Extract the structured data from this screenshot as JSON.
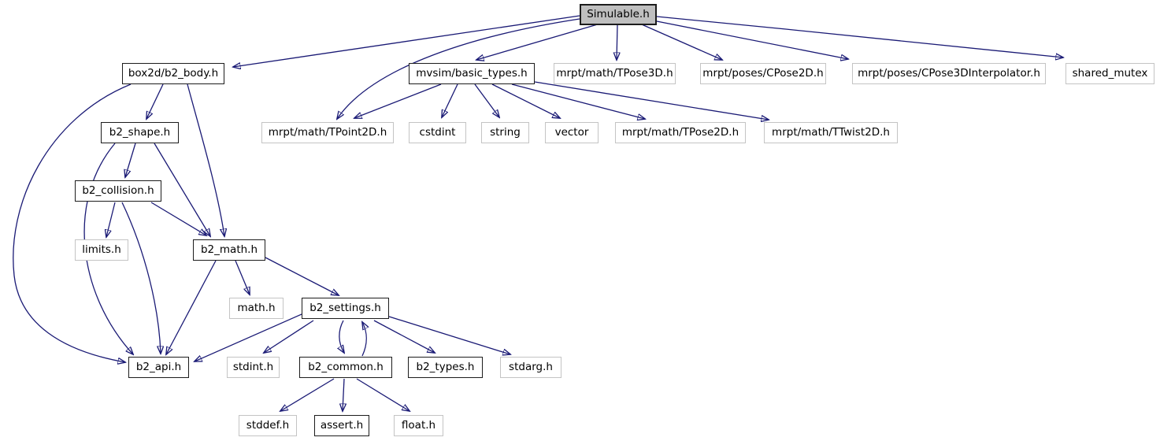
{
  "diagram": {
    "kind": "include-dependency-graph",
    "root": "Simulable.h",
    "colors": {
      "edge": "#1a1a75",
      "internal_node_border": "#1c1c1c",
      "external_node_border": "#c4c4c4",
      "root_fill": "#bfbfbf",
      "node_fill": "#ffffff",
      "background": "#ffffff"
    },
    "nodes": [
      {
        "id": "simulable",
        "label": "Simulable.h",
        "kind": "root"
      },
      {
        "id": "b2-body",
        "label": "box2d/b2_body.h",
        "kind": "internal"
      },
      {
        "id": "basic-types",
        "label": "mvsim/basic_types.h",
        "kind": "internal"
      },
      {
        "id": "tpose3d",
        "label": "mrpt/math/TPose3D.h",
        "kind": "external"
      },
      {
        "id": "cpose2d",
        "label": "mrpt/poses/CPose2D.h",
        "kind": "external"
      },
      {
        "id": "cpose3dinterp",
        "label": "mrpt/poses/CPose3DInterpolator.h",
        "kind": "external"
      },
      {
        "id": "shared-mutex",
        "label": "shared_mutex",
        "kind": "external"
      },
      {
        "id": "tpoint2d",
        "label": "mrpt/math/TPoint2D.h",
        "kind": "external"
      },
      {
        "id": "cstdint",
        "label": "cstdint",
        "kind": "external"
      },
      {
        "id": "string",
        "label": "string",
        "kind": "external"
      },
      {
        "id": "vector",
        "label": "vector",
        "kind": "external"
      },
      {
        "id": "tpose2d",
        "label": "mrpt/math/TPose2D.h",
        "kind": "external"
      },
      {
        "id": "ttwist2d",
        "label": "mrpt/math/TTwist2D.h",
        "kind": "external"
      },
      {
        "id": "b2-shape",
        "label": "b2_shape.h",
        "kind": "internal"
      },
      {
        "id": "b2-collision",
        "label": "b2_collision.h",
        "kind": "internal"
      },
      {
        "id": "limits",
        "label": "limits.h",
        "kind": "external"
      },
      {
        "id": "b2-math",
        "label": "b2_math.h",
        "kind": "internal"
      },
      {
        "id": "math",
        "label": "math.h",
        "kind": "external"
      },
      {
        "id": "b2-settings",
        "label": "b2_settings.h",
        "kind": "internal"
      },
      {
        "id": "b2-api",
        "label": "b2_api.h",
        "kind": "internal"
      },
      {
        "id": "stdint",
        "label": "stdint.h",
        "kind": "external"
      },
      {
        "id": "b2-common",
        "label": "b2_common.h",
        "kind": "internal"
      },
      {
        "id": "b2-types",
        "label": "b2_types.h",
        "kind": "internal"
      },
      {
        "id": "stdarg",
        "label": "stdarg.h",
        "kind": "external"
      },
      {
        "id": "stddef",
        "label": "stddef.h",
        "kind": "external"
      },
      {
        "id": "assert",
        "label": "assert.h",
        "kind": "internal"
      },
      {
        "id": "float",
        "label": "float.h",
        "kind": "external"
      }
    ],
    "edges": [
      {
        "from": "Simulable.h",
        "to": "box2d/b2_body.h"
      },
      {
        "from": "Simulable.h",
        "to": "mvsim/basic_types.h"
      },
      {
        "from": "Simulable.h",
        "to": "mrpt/math/TPoint2D.h"
      },
      {
        "from": "Simulable.h",
        "to": "mrpt/math/TPose3D.h"
      },
      {
        "from": "Simulable.h",
        "to": "mrpt/poses/CPose2D.h"
      },
      {
        "from": "Simulable.h",
        "to": "mrpt/poses/CPose3DInterpolator.h"
      },
      {
        "from": "Simulable.h",
        "to": "shared_mutex"
      },
      {
        "from": "box2d/b2_body.h",
        "to": "b2_shape.h"
      },
      {
        "from": "box2d/b2_body.h",
        "to": "b2_math.h"
      },
      {
        "from": "box2d/b2_body.h",
        "to": "b2_api.h"
      },
      {
        "from": "b2_shape.h",
        "to": "b2_collision.h"
      },
      {
        "from": "b2_shape.h",
        "to": "b2_math.h"
      },
      {
        "from": "b2_shape.h",
        "to": "b2_api.h"
      },
      {
        "from": "b2_collision.h",
        "to": "limits.h"
      },
      {
        "from": "b2_collision.h",
        "to": "b2_math.h"
      },
      {
        "from": "b2_collision.h",
        "to": "b2_api.h"
      },
      {
        "from": "b2_math.h",
        "to": "math.h"
      },
      {
        "from": "b2_math.h",
        "to": "b2_settings.h"
      },
      {
        "from": "b2_math.h",
        "to": "b2_api.h"
      },
      {
        "from": "b2_settings.h",
        "to": "b2_api.h"
      },
      {
        "from": "b2_settings.h",
        "to": "stdint.h"
      },
      {
        "from": "b2_settings.h",
        "to": "b2_common.h"
      },
      {
        "from": "b2_common.h",
        "to": "b2_settings.h"
      },
      {
        "from": "b2_settings.h",
        "to": "b2_types.h"
      },
      {
        "from": "b2_settings.h",
        "to": "stdarg.h"
      },
      {
        "from": "b2_common.h",
        "to": "stddef.h"
      },
      {
        "from": "b2_common.h",
        "to": "assert.h"
      },
      {
        "from": "b2_common.h",
        "to": "float.h"
      },
      {
        "from": "mvsim/basic_types.h",
        "to": "mrpt/math/TPoint2D.h"
      },
      {
        "from": "mvsim/basic_types.h",
        "to": "cstdint"
      },
      {
        "from": "mvsim/basic_types.h",
        "to": "string"
      },
      {
        "from": "mvsim/basic_types.h",
        "to": "vector"
      },
      {
        "from": "mvsim/basic_types.h",
        "to": "mrpt/math/TPose2D.h"
      },
      {
        "from": "mvsim/basic_types.h",
        "to": "mrpt/math/TTwist2D.h"
      }
    ]
  }
}
